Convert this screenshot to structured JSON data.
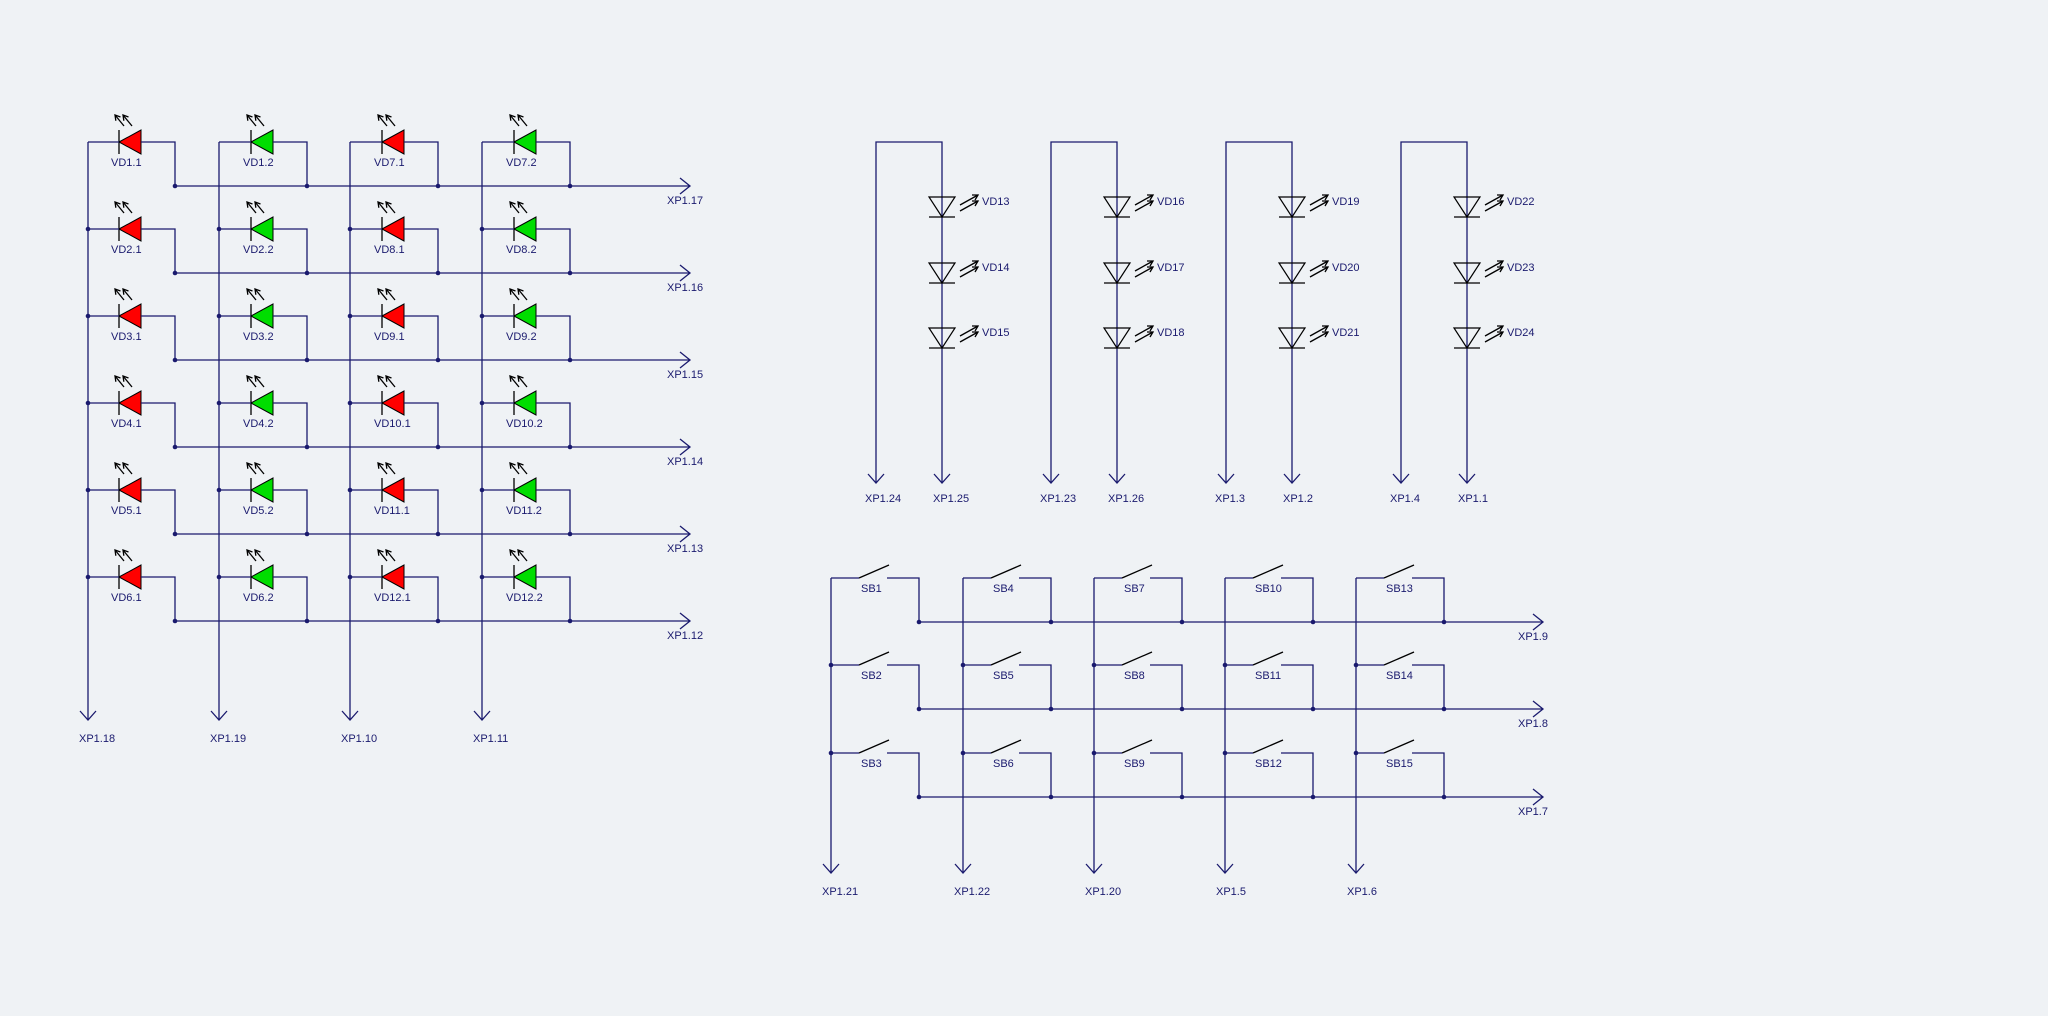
{
  "colors": {
    "background": "#eff2f5",
    "wire": "#1a1a6e",
    "led_red": "#ff0000",
    "led_green": "#00dd00",
    "outline": "#000000"
  },
  "led_matrix": {
    "columns": [
      {
        "label": "XP1.18",
        "leds": [
          {
            "label": "VD1.1",
            "color": "red"
          },
          {
            "label": "VD2.1",
            "color": "red"
          },
          {
            "label": "VD3.1",
            "color": "red"
          },
          {
            "label": "VD4.1",
            "color": "red"
          },
          {
            "label": "VD5.1",
            "color": "red"
          },
          {
            "label": "VD6.1",
            "color": "red"
          }
        ]
      },
      {
        "label": "XP1.19",
        "leds": [
          {
            "label": "VD1.2",
            "color": "green"
          },
          {
            "label": "VD2.2",
            "color": "green"
          },
          {
            "label": "VD3.2",
            "color": "green"
          },
          {
            "label": "VD4.2",
            "color": "green"
          },
          {
            "label": "VD5.2",
            "color": "green"
          },
          {
            "label": "VD6.2",
            "color": "green"
          }
        ]
      },
      {
        "label": "XP1.10",
        "leds": [
          {
            "label": "VD7.1",
            "color": "red"
          },
          {
            "label": "VD8.1",
            "color": "red"
          },
          {
            "label": "VD9.1",
            "color": "red"
          },
          {
            "label": "VD10.1",
            "color": "red"
          },
          {
            "label": "VD11.1",
            "color": "red"
          },
          {
            "label": "VD12.1",
            "color": "red"
          }
        ]
      },
      {
        "label": "XP1.11",
        "leds": [
          {
            "label": "VD7.2",
            "color": "green"
          },
          {
            "label": "VD8.2",
            "color": "green"
          },
          {
            "label": "VD9.2",
            "color": "green"
          },
          {
            "label": "VD10.2",
            "color": "green"
          },
          {
            "label": "VD11.2",
            "color": "green"
          },
          {
            "label": "VD12.2",
            "color": "green"
          }
        ]
      }
    ],
    "rows": [
      "XP1.17",
      "XP1.16",
      "XP1.15",
      "XP1.14",
      "XP1.13",
      "XP1.12"
    ]
  },
  "led_strings": [
    {
      "left_label": "XP1.24",
      "right_label": "XP1.25",
      "diodes": [
        "VD13",
        "VD14",
        "VD15"
      ]
    },
    {
      "left_label": "XP1.23",
      "right_label": "XP1.26",
      "diodes": [
        "VD16",
        "VD17",
        "VD18"
      ]
    },
    {
      "left_label": "XP1.3",
      "right_label": "XP1.2",
      "diodes": [
        "VD19",
        "VD20",
        "VD21"
      ]
    },
    {
      "left_label": "XP1.4",
      "right_label": "XP1.1",
      "diodes": [
        "VD22",
        "VD23",
        "VD24"
      ]
    }
  ],
  "switch_matrix": {
    "columns": [
      {
        "label": "XP1.21",
        "switches": [
          "SB1",
          "SB2",
          "SB3"
        ]
      },
      {
        "label": "XP1.22",
        "switches": [
          "SB4",
          "SB5",
          "SB6"
        ]
      },
      {
        "label": "XP1.20",
        "switches": [
          "SB7",
          "SB8",
          "SB9"
        ]
      },
      {
        "label": "XP1.5",
        "switches": [
          "SB10",
          "SB11",
          "SB12"
        ]
      },
      {
        "label": "XP1.6",
        "switches": [
          "SB13",
          "SB14",
          "SB15"
        ]
      }
    ],
    "rows": [
      "XP1.9",
      "XP1.8",
      "XP1.7"
    ]
  }
}
